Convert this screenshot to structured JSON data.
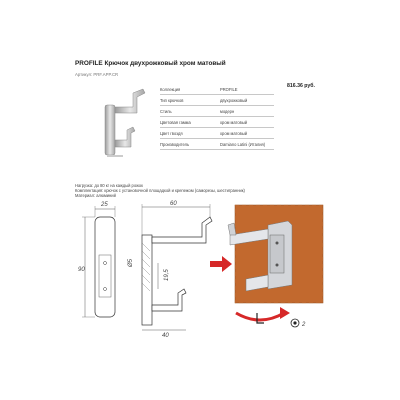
{
  "product": {
    "title": "PROFILE Крючок двухрожковый хром матовый",
    "article": "Артикул: PRF.APP.CR",
    "price": "816.36 руб."
  },
  "specs": [
    {
      "key": "Коллекция",
      "value": "PROFILE"
    },
    {
      "key": "Тип крючков",
      "value": "двухрожковый"
    },
    {
      "key": "Стиль",
      "value": "модерн"
    },
    {
      "key": "Цветовая гамма",
      "value": "хром матовый"
    },
    {
      "key": "Цвет гвоздя",
      "value": "хром матовый"
    },
    {
      "key": "Производитель",
      "value": "Damiano Latini (Италия)"
    }
  ],
  "notes": [
    "Нагрузка: до 80 кг на каждый рожок",
    "Комплектация: крючок с установочной площадкой и крепежом (саморезы, шестигранник)",
    "Материал: алюминий"
  ],
  "drawing": {
    "dims": {
      "width_top": "25",
      "height_left": "90",
      "depth_top": "60",
      "depth_bottom": "40",
      "hole": "Ø5",
      "spacing": "19,5"
    },
    "hex_key_label": "2"
  }
}
